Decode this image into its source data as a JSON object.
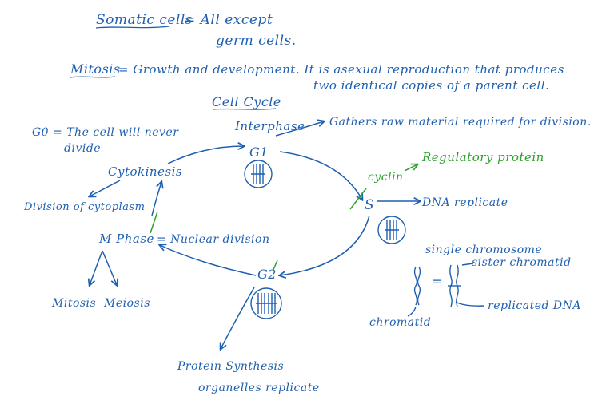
{
  "colors": {
    "ink_blue": "#1f5fb0",
    "ink_green": "#2ca02c"
  },
  "header": {
    "somatic_term": "Somatic cells",
    "somatic_def_line1": "= All except",
    "somatic_def_line2": "germ cells.",
    "mitosis_term": "Mitosis",
    "mitosis_def_line1": "= Growth and development. It is asexual reproduction that produces",
    "mitosis_def_line2": "two identical copies of a parent cell."
  },
  "cycle": {
    "title": "Cell Cycle",
    "interphase": "Interphase",
    "g1": "G1",
    "s": "S",
    "g2": "G2",
    "m_phase": "M Phase",
    "m_phase_def": "= Nuclear division",
    "cytokinesis": "Cytokinesis",
    "g0_line1": "G0 = The cell will never",
    "g0_line2": "divide"
  },
  "notes": {
    "interphase_note": "Gathers raw material required for division.",
    "cyclin": "cyclin",
    "regulatory_protein": "Regulatory protein",
    "dna_replicate": "DNA replicate",
    "cytoplasm_division": "Division of cytoplasm",
    "mitosis": "Mitosis",
    "meiosis": "Meiosis",
    "g2_line1": "Protein Synthesis",
    "g2_line2": "organelles replicate"
  },
  "chromosome": {
    "single_chromosome": "single chromosome",
    "sister_chromatid": "sister chromatid",
    "replicated_dna": "replicated DNA",
    "chromatid": "chromatid",
    "equals": "="
  },
  "icons": [
    "chromosome-pair-icon",
    "chromosome-icon",
    "arrow-icon"
  ]
}
